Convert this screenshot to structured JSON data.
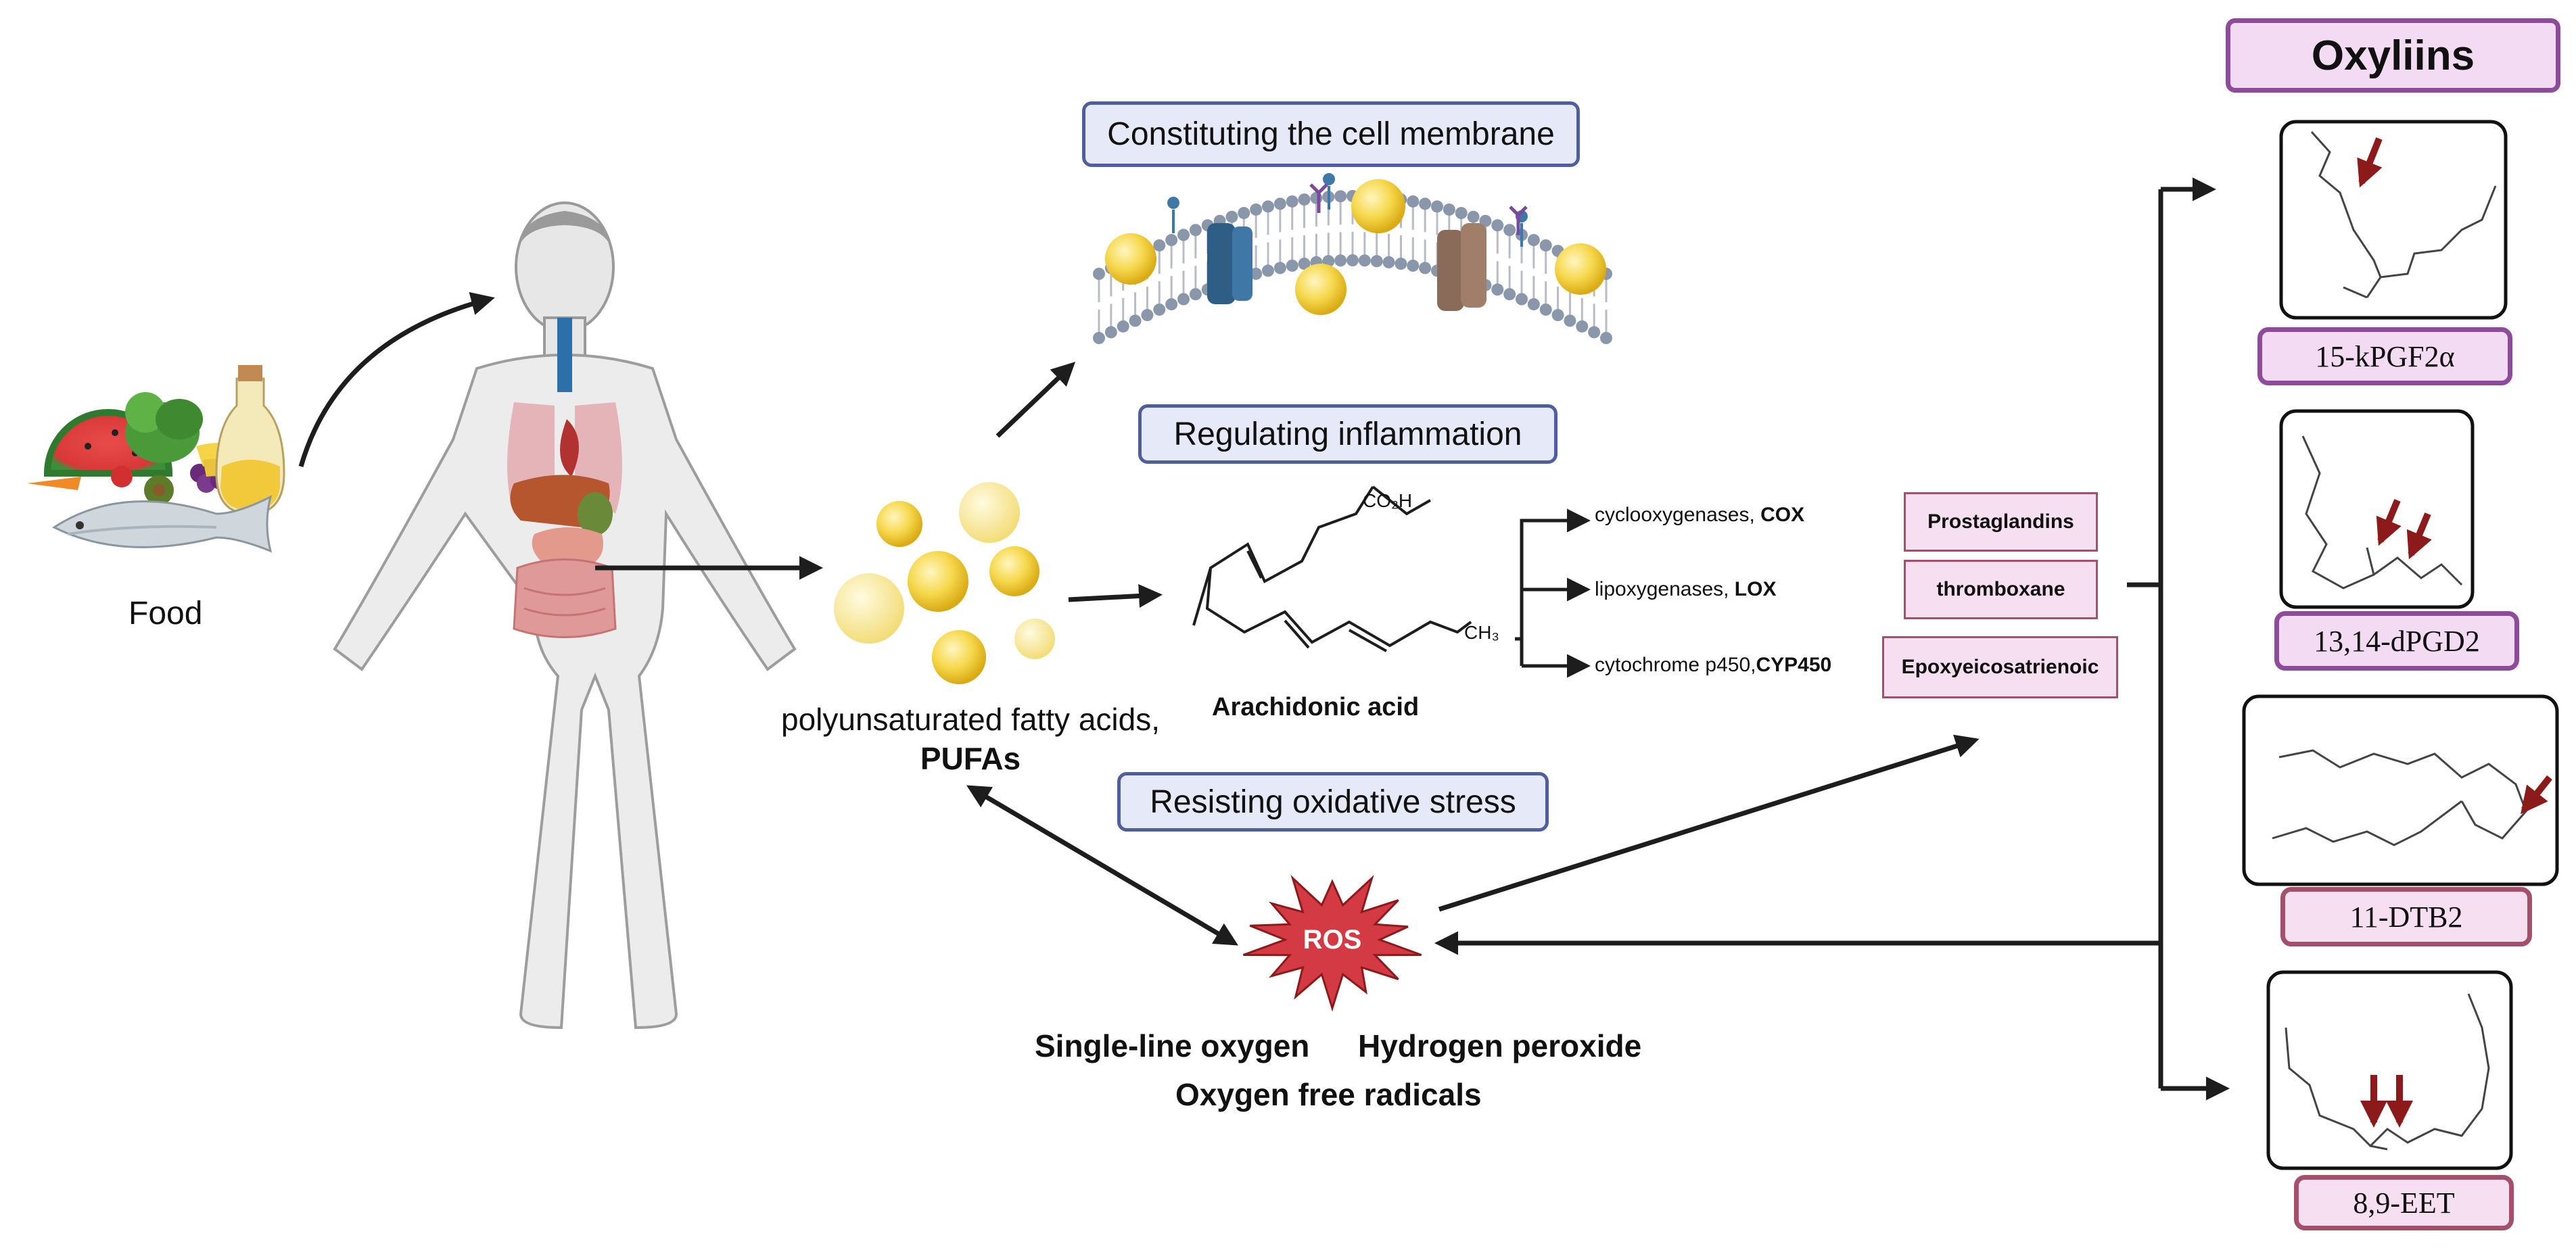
{
  "food": {
    "label": "Food"
  },
  "pufa": {
    "line1": "polyunsaturated fatty acids,",
    "line2": "PUFAs"
  },
  "functions": {
    "membrane": "Constituting the cell membrane",
    "inflammation": "Regulating inflammation",
    "oxidative": "Resisting oxidative stress"
  },
  "arachidonic": {
    "label": "Arachidonic acid",
    "co2h": "CO₂H",
    "ch3": "CH₃"
  },
  "enzymes": [
    {
      "prefix": "cyclooxygenases, ",
      "bold": "COX"
    },
    {
      "prefix": "lipoxygenases, ",
      "bold": "LOX"
    },
    {
      "prefix": "cytochrome p450,",
      "bold": "CYP450"
    }
  ],
  "products": [
    "Prostaglandins",
    "thromboxane",
    "Epoxyeicosatrienoic"
  ],
  "ros": {
    "label": "ROS",
    "species": [
      "Single-line oxygen",
      "Hydrogen peroxide",
      "Oxygen free radicals"
    ]
  },
  "oxylipins": {
    "title": "Oxyliins",
    "items": [
      "15-kPGF2α",
      "13,14-dPGD2",
      "11-DTB2",
      "8,9-EET"
    ]
  },
  "colors": {
    "function_box_fill": "#e6e9f7",
    "function_box_border": "#4e5e9e",
    "oxylipin_title_fill": "#f3dcf3",
    "oxylipin_border": "#8e4a9b",
    "product_fill": "#f6dff0",
    "product_border": "#a5506b",
    "ros_red": "#d43a44",
    "arrow_red": "#8c1a1a",
    "arrow": "#1d1d1d",
    "lipid_yellow": "#f5d54a"
  }
}
